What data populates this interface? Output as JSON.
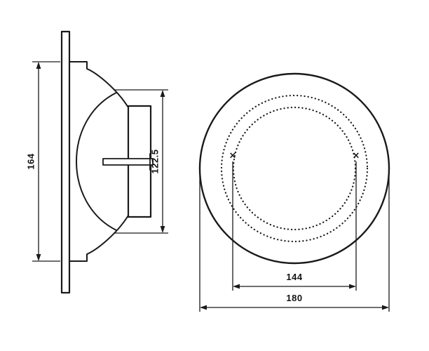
{
  "page": {
    "background_color": "#ffffff",
    "line_color": "#1a1a1a"
  },
  "side_view": {
    "height_dim_label": "164",
    "depth_dim_label": "122.5"
  },
  "front_view": {
    "bolt_circle_dim_label": "144",
    "outer_diameter_dim_label": "180",
    "mount_point_marker": "×"
  }
}
